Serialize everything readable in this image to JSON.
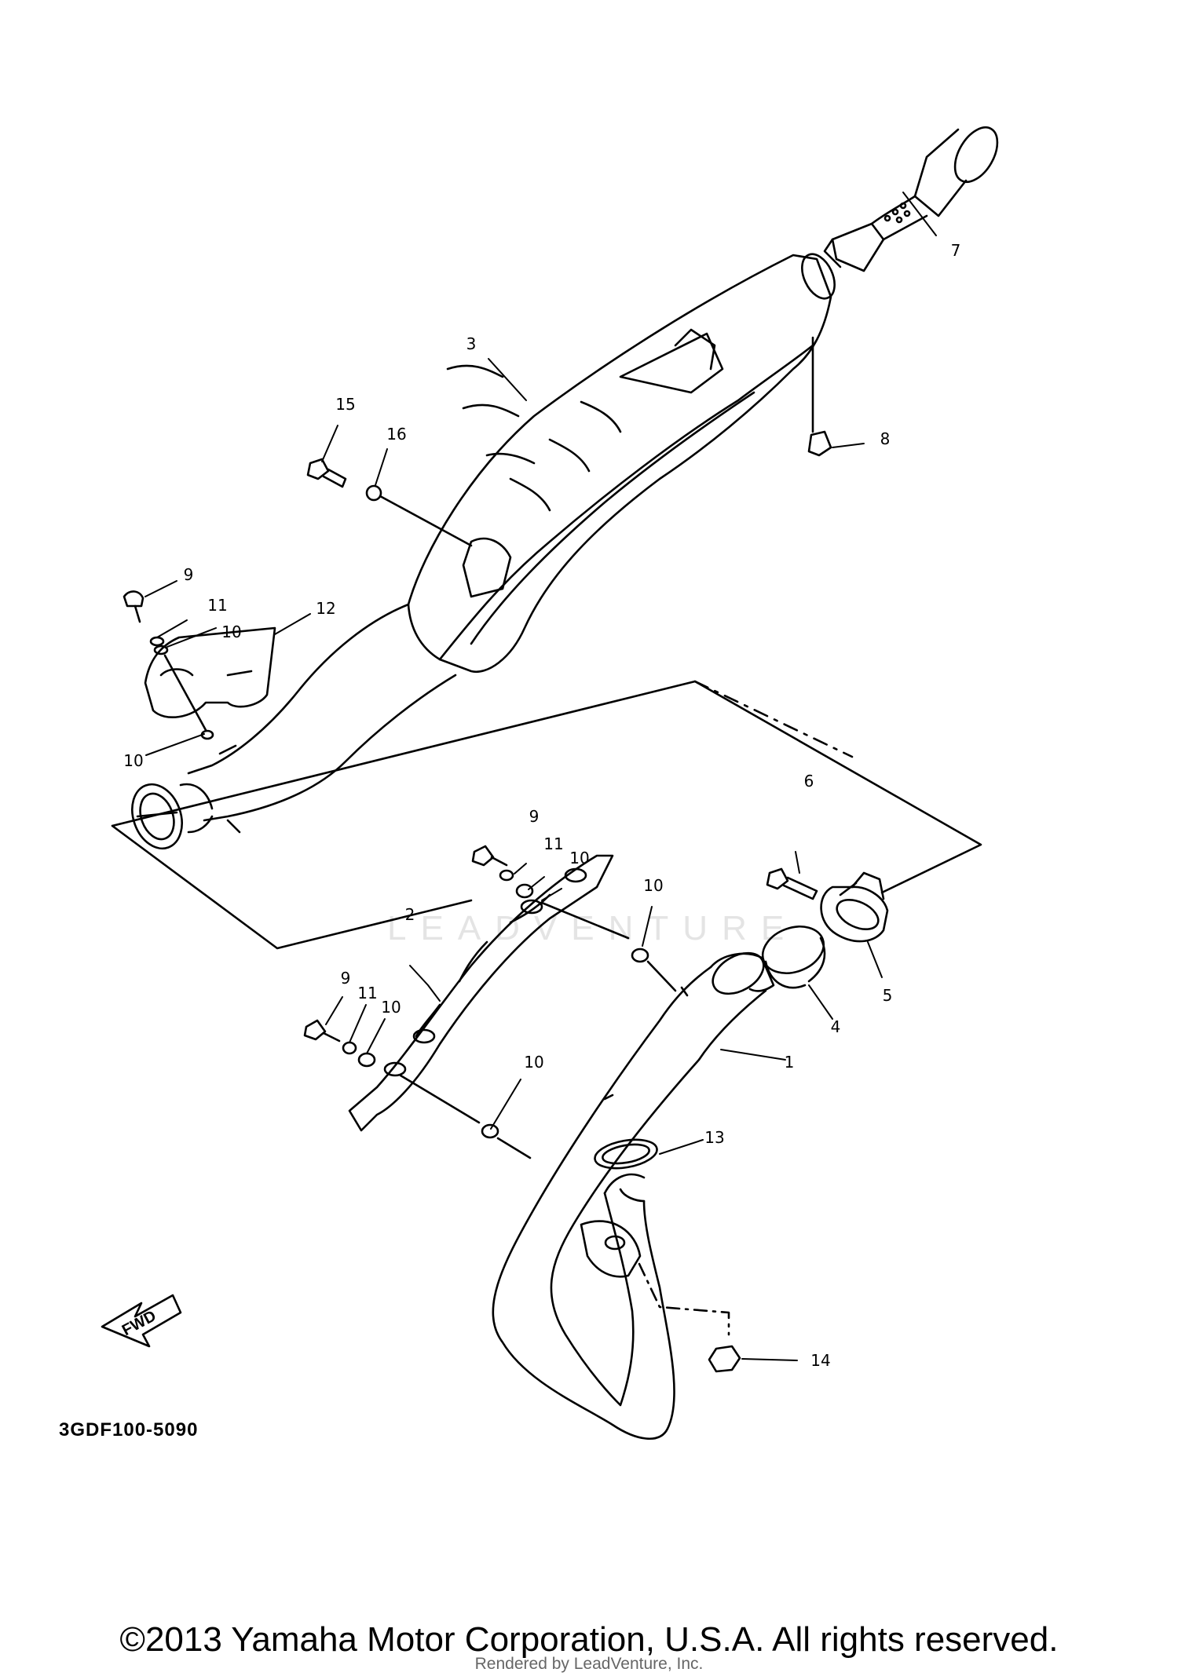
{
  "diagram": {
    "code": "3GDF100-5090",
    "fwd_label": "FWD",
    "callouts": {
      "c1": "1",
      "c2": "2",
      "c3": "3",
      "c4": "4",
      "c5": "5",
      "c6": "6",
      "c7": "7",
      "c8": "8",
      "c9a": "9",
      "c9b": "9",
      "c9c": "9",
      "c10a": "10",
      "c10b": "10",
      "c10c": "10",
      "c10d": "10",
      "c10e": "10",
      "c10f": "10",
      "c11a": "11",
      "c11b": "11",
      "c11c": "11",
      "c12": "12",
      "c13": "13",
      "c14": "14",
      "c15": "15",
      "c16": "16"
    },
    "watermark": "LEADVENTURE"
  },
  "footer": {
    "copyright": "©2013 Yamaha Motor Corporation, U.S.A. All rights reserved.",
    "rendered_by": "Rendered by LeadVenture, Inc."
  }
}
